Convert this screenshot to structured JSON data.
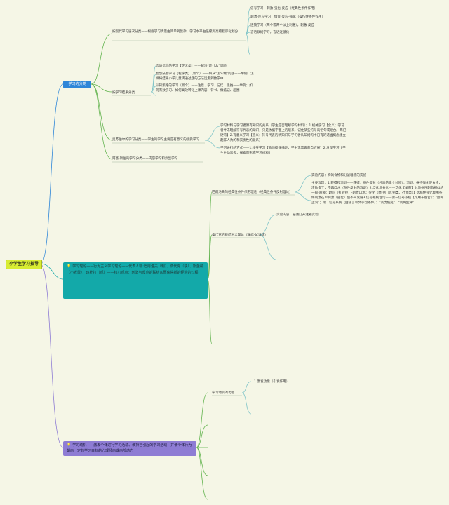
{
  "root": {
    "label": "小学生学习指导"
  },
  "branches": [
    {
      "label": "学习的分类",
      "children": [
        {
          "label": "按现代学习层次分类——根据学习情景由简单到复杂、学习水平由低级到高级程序化划分",
          "items": [
            "信号学习，刺激-强化-反应（经典性条件作用）",
            "刺激-反应学习，情景-反应-强化（操作性条件作用）",
            "连锁学习（两个或两个以上刺激），刺激-反应",
            "言语联结学习，言语连锁化"
          ]
        },
        {
          "label": "按学习结果分类",
          "items": [
            "言语信息的学习【定义类】——解决\"是什么\"问题",
            "智慧技能学习【程序类】（新个）——解决\"怎么做\"问题——举例：怎样将结果小学儿童转通过题的方法运用到数学中",
            "认知策略的学习（新个）——注意、学习、记忆、思维——举例：如何有效学习、如何高效转化上课内容：背书、做笔记、画圈"
          ]
        },
        {
          "label": "奥苏伯尔的学习分类——学生的学习主要是有意义的接受学习",
          "items": [
            "学习材料与学习者原有知识的关系（学生是否理解学习材料）：1.机械学习【含义：学习者并未理解符号代表的知识，只是依据字面上的联系，记住某些符号的语句或组合。死记硬背】2.有意义学习【含义：符号代表的新知识与学习者认知结构中已有的适当概念建立起非人为的和实质性的联系】",
            "学习进行的方式——1.接受学习【教师授课描述，学生无需再向自扩展】2.发现学习【学生主动思考，探索而形成学习材料】"
          ]
        },
        {
          "label": "阿基·斯伯的学习分类——内容学习和外显学习",
          "items": []
        }
      ]
    },
    {
      "label": "学习理论——行为主义学习理论——代表人物:巴甫洛夫（刺）、桑代克（联）、斯金纳（小老鼠）、班杜拉（观）——核心观点：刺激与反应的联结从而获得新的经验的过程",
      "children": [
        {
          "label": "巴甫洛夫的经典性条件作用理论（经典性条件反射理论）",
          "items": [
            "实验内容：狗的食物和分泌唾液的实验",
            "主要观理：1.获得和消退——获得：条件反射（经验的建立过程）；消退：维持强化使食物，次数多了，不再口水（条件反射的消退）2.泛化与分化——泛化【举例】对与条件刺激相似的一般-唾液；趋同（打铃铃）-刺激口水；分化【举-例（区别类、社会类）】选择性强化能由条件刺激在单刺激（强化）使不同发展3.信号系统理论——第一信号系统【作用于感官】：\"望梅止渴\"；第二信号系统【由语言和文字为条件】：\"谈虎色变\"、\"谈梅生津\""
          ]
        },
        {
          "label": "桑代克的联结主义理论（联结-试误说）",
          "items": [
            "实验内容：猫饿打开迷箱实验"
          ]
        }
      ]
    },
    {
      "label": "学习动机——激发个体进行学习活动、维持已引起的学习活动，并使个体行为朝向一定的学习目标的心理倾向或内部动力",
      "children": [
        {
          "label": "学习动机的功能",
          "items": [
            "1.激发功能（引发作用）"
          ]
        }
      ]
    }
  ]
}
